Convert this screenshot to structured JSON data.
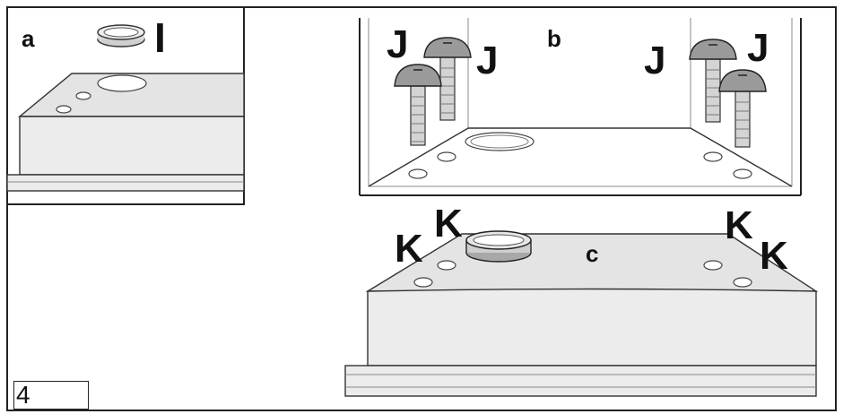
{
  "panels": {
    "a": {
      "label": "a",
      "part_label": "I"
    },
    "b": {
      "label": "b",
      "screw_labels": [
        "J",
        "J",
        "J",
        "J"
      ]
    },
    "c": {
      "label": "c",
      "hole_labels": [
        "K",
        "K",
        "K",
        "K"
      ]
    }
  },
  "figure_number": "4"
}
